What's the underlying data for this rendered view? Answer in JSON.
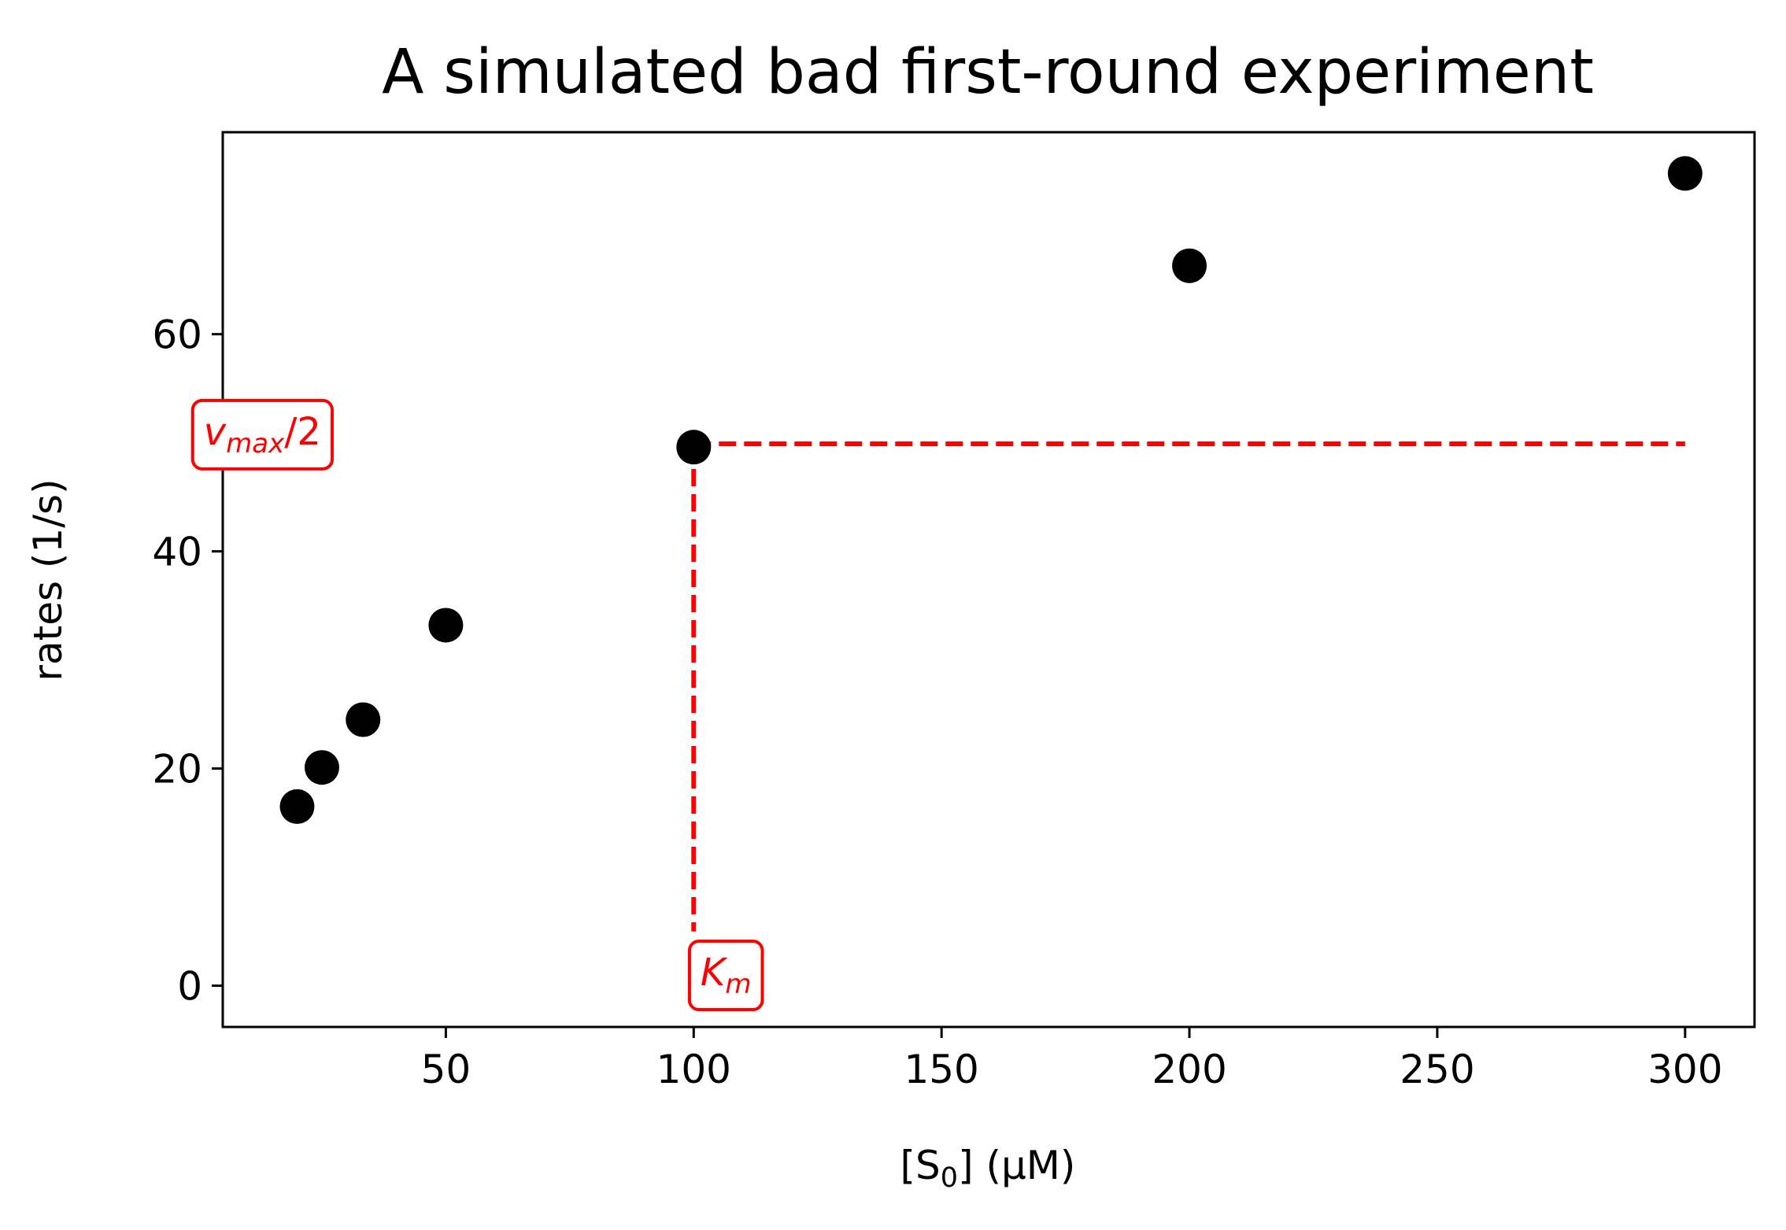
{
  "chart_data": {
    "type": "scatter",
    "title": "A simulated bad first-round experiment",
    "xlabel": {
      "base": "[S",
      "sub": "0",
      "rest": "] (μM)"
    },
    "ylabel": "rates (1/s)",
    "xlim": [
      5,
      314
    ],
    "ylim": [
      -3.8,
      78.6
    ],
    "x_ticks": [
      50,
      100,
      150,
      200,
      250,
      300
    ],
    "y_ticks": [
      0,
      20,
      40,
      60
    ],
    "grid": false,
    "legend": "none",
    "series": [
      {
        "marker_color": "#000000",
        "points": [
          {
            "x": 20,
            "y": 16.5
          },
          {
            "x": 25,
            "y": 20.1
          },
          {
            "x": 33.3,
            "y": 24.5
          },
          {
            "x": 50,
            "y": 33.2
          },
          {
            "x": 100,
            "y": 49.6
          },
          {
            "x": 200,
            "y": 66.3
          },
          {
            "x": 300,
            "y": 74.8
          }
        ]
      }
    ],
    "reference_lines": {
      "color": "#ff0000",
      "style": "dashed",
      "km_x": 100,
      "half_vmax_y": 49.9,
      "x_end": 300,
      "y_start": 5
    },
    "annotations": [
      {
        "id": "vmax-half",
        "base": "v",
        "sub": "max",
        "rest": "/2",
        "x": 13,
        "y": 51,
        "color": "#ff0000"
      },
      {
        "id": "km",
        "base": "K",
        "sub": "m",
        "rest": "",
        "x": 106.5,
        "y": 1.2,
        "color": "#ff0000"
      }
    ]
  }
}
